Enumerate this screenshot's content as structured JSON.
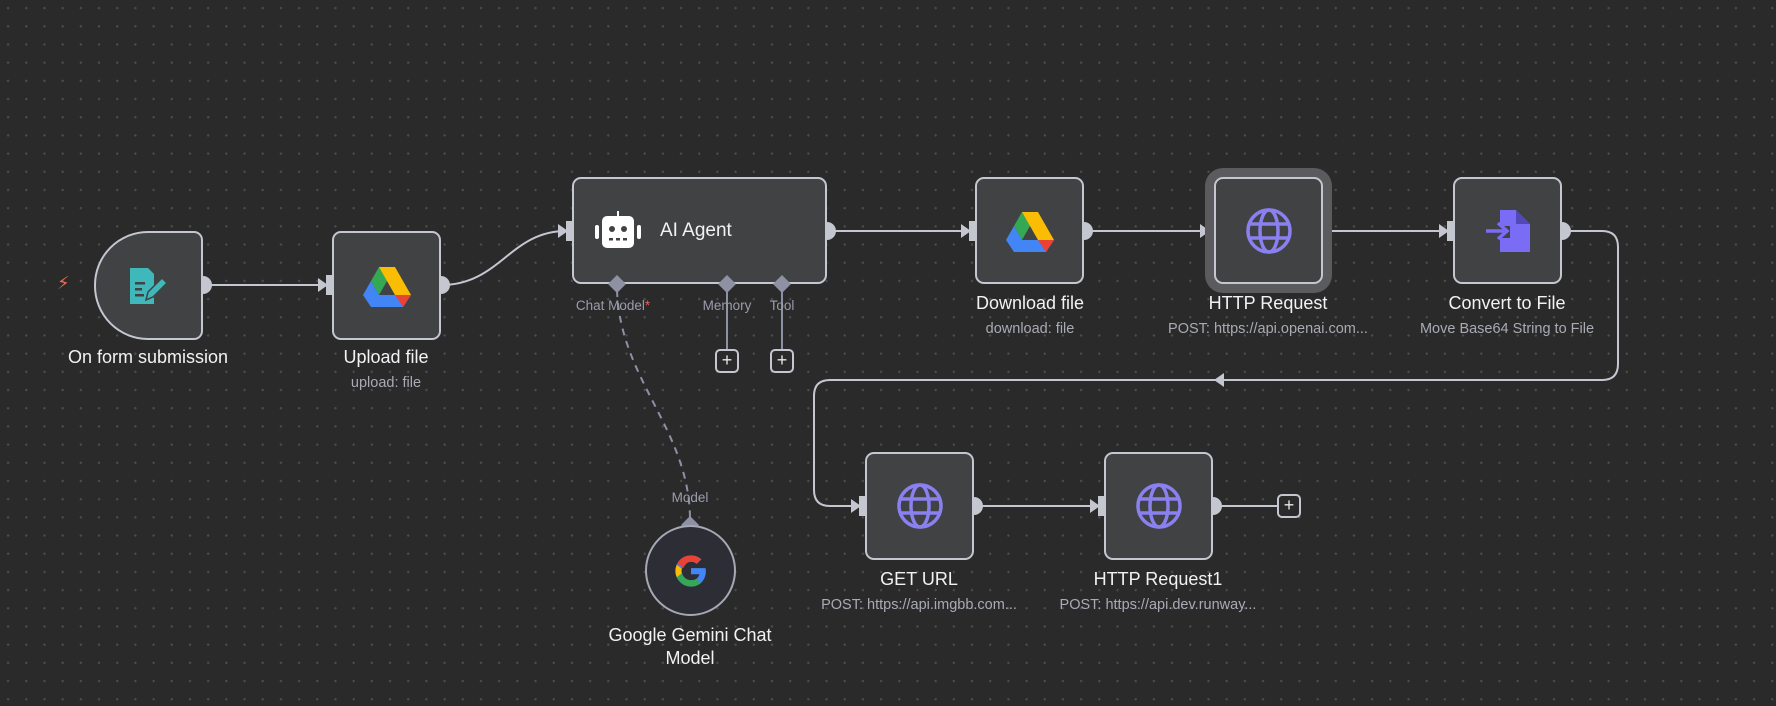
{
  "workflow": {
    "nodes": [
      {
        "id": "form",
        "title": "On form submission",
        "subtitle": "",
        "icon": "form-icon",
        "type": "trigger"
      },
      {
        "id": "upload",
        "title": "Upload file",
        "subtitle": "upload: file",
        "icon": "google-drive-icon"
      },
      {
        "id": "agent",
        "title": "AI Agent",
        "subtitle": "",
        "icon": "robot-icon"
      },
      {
        "id": "download",
        "title": "Download file",
        "subtitle": "download: file",
        "icon": "google-drive-icon"
      },
      {
        "id": "http",
        "title": "HTTP Request",
        "subtitle": "POST: https://api.openai.com...",
        "icon": "globe-icon",
        "selected": true
      },
      {
        "id": "convert",
        "title": "Convert to File",
        "subtitle": "Move Base64 String to File",
        "icon": "file-import-icon"
      },
      {
        "id": "geturl",
        "title": "GET URL",
        "subtitle": "POST: https://api.imgbb.com...",
        "icon": "globe-icon"
      },
      {
        "id": "http1",
        "title": "HTTP Request1",
        "subtitle": "POST: https://api.dev.runway...",
        "icon": "globe-icon"
      },
      {
        "id": "gemini",
        "title": "Google Gemini Chat Model",
        "subtitle": "",
        "icon": "google-g-icon"
      }
    ],
    "agent_ports": {
      "chat_model": "Chat Model",
      "chat_model_required": "*",
      "memory": "Memory",
      "tool": "Tool"
    },
    "gemini_port": "Model",
    "add_symbol": "+",
    "trigger_symbol": "⚡"
  },
  "colors": {
    "canvas": "#2a2a2b",
    "node_bg": "#414244",
    "node_border": "#c4c6d0",
    "connection": "#c4c6d0",
    "sub_port": "#8e90a3",
    "http_accent": "#8a80f0",
    "convert_accent": "#7b6cf6",
    "form_accent": "#3fb8bc",
    "trigger": "#e06c4f"
  }
}
